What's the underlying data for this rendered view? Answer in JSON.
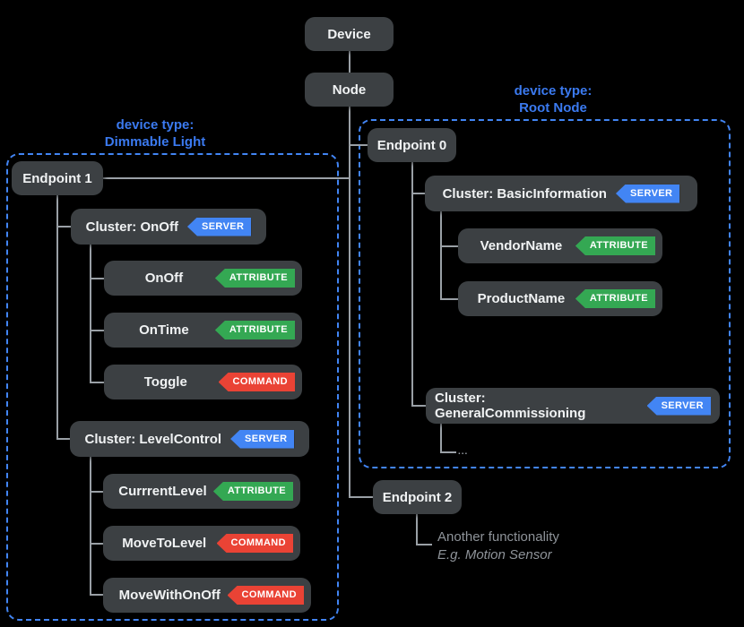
{
  "colors": {
    "background": "#000000",
    "box_fill": "#3c4043",
    "text": "#f1f3f4",
    "connector": "#9aa0a6",
    "group_border": "#4285f4",
    "caption": "#3b7af0",
    "server": "#4285f4",
    "attribute": "#34a853",
    "command": "#ea4335",
    "note": "#8e9399"
  },
  "tree": {
    "device": "Device",
    "node": "Node"
  },
  "groups": {
    "dimmable_light": {
      "caption_prefix": "device type:",
      "caption_name": "Dimmable Light",
      "endpoint": "Endpoint 1",
      "clusters": [
        {
          "label": "Cluster: OnOff",
          "badge": "SERVER",
          "items": [
            {
              "label": "OnOff",
              "badge": "ATTRIBUTE"
            },
            {
              "label": "OnTime",
              "badge": "ATTRIBUTE"
            },
            {
              "label": "Toggle",
              "badge": "COMMAND"
            }
          ]
        },
        {
          "label": "Cluster: LevelControl",
          "badge": "SERVER",
          "items": [
            {
              "label": "CurrrentLevel",
              "badge": "ATTRIBUTE"
            },
            {
              "label": "MoveToLevel",
              "badge": "COMMAND"
            },
            {
              "label": "MoveWithOnOff",
              "badge": "COMMAND"
            }
          ]
        }
      ]
    },
    "root_node": {
      "caption_prefix": "device type:",
      "caption_name": "Root Node",
      "endpoint": "Endpoint 0",
      "clusters": [
        {
          "label": "Cluster: BasicInformation",
          "badge": "SERVER",
          "items": [
            {
              "label": "VendorName",
              "badge": "ATTRIBUTE"
            },
            {
              "label": "ProductName",
              "badge": "ATTRIBUTE"
            }
          ]
        },
        {
          "label": "Cluster: GeneralCommissioning",
          "badge": "SERVER",
          "more": "..."
        }
      ]
    }
  },
  "endpoint2": {
    "label": "Endpoint 2",
    "note_line1": "Another functionality",
    "note_line2": "E.g. Motion Sensor"
  }
}
